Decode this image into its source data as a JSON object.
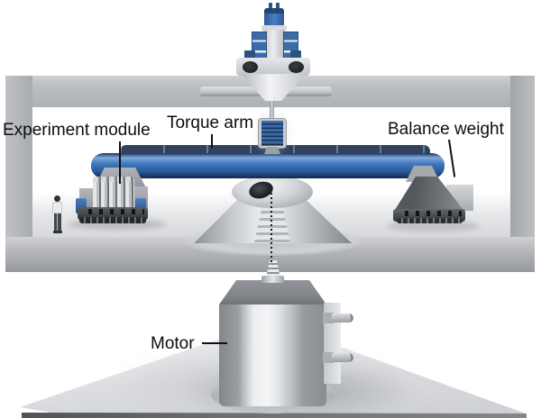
{
  "figure": {
    "labels": {
      "experiment_module": "Experiment module",
      "torque_arm": "Torque arm",
      "balance_weight": "Balance weight",
      "motor": "Motor"
    },
    "colors": {
      "arm_blue": "#4079bd",
      "panel_navy": "#33415c",
      "frame_gray": "#b4b6ba",
      "steel_light": "#eceef0",
      "steel_dark": "#54575c",
      "label_text": "#0d0d0d",
      "background": "#ffffff"
    }
  }
}
